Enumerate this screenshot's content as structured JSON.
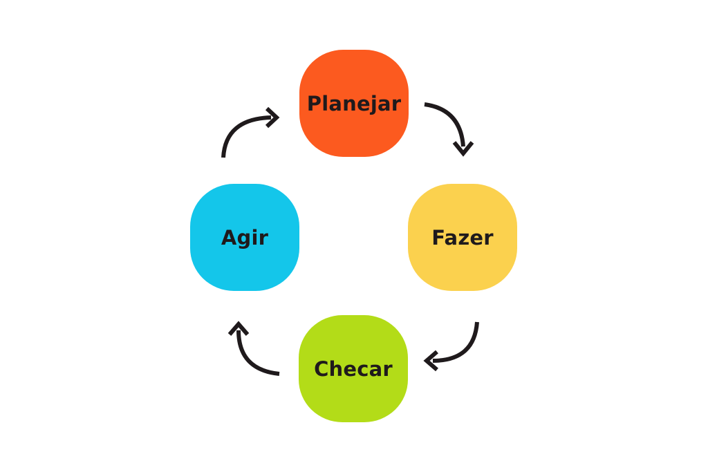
{
  "diagram": {
    "nodes": {
      "plan": {
        "label": "Planejar",
        "color": "#fc5a1f"
      },
      "do": {
        "label": "Fazer",
        "color": "#fbd14e"
      },
      "check": {
        "label": "Checar",
        "color": "#b3dc18"
      },
      "act": {
        "label": "Agir",
        "color": "#14c6ea"
      }
    },
    "arrow_color": "#1f1a1c"
  }
}
